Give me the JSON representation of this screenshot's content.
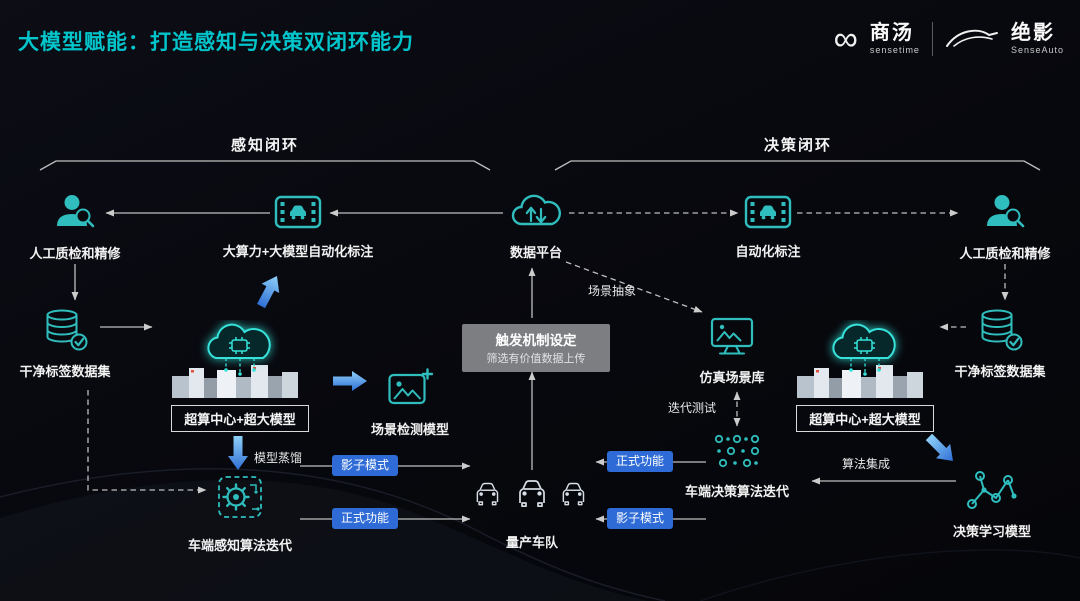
{
  "header": {
    "title": "大模型赋能：打造感知与决策双闭环能力",
    "sensetime": {
      "icon": "∞",
      "name": "商汤",
      "sub": "sensetime"
    },
    "senseauto": {
      "name": "绝影",
      "sub": "SenseAuto"
    }
  },
  "loops": {
    "perception": "感知闭环",
    "decision": "决策闭环"
  },
  "nodes": {
    "manual_qc_left": "人工质检和精修",
    "big_compute_annotation": "大算力+大模型自动化标注",
    "data_platform": "数据平台",
    "auto_annotation": "自动化标注",
    "manual_qc_right": "人工质检和精修",
    "clean_dataset_left": "干净标签数据集",
    "supercomputer_left": "超算中心+超大模型",
    "scene_detection": "场景检测模型",
    "simulation_library": "仿真场景库",
    "supercomputer_right": "超算中心+超大模型",
    "clean_dataset_right": "干净标签数据集",
    "perception_iteration": "车端感知算法迭代",
    "fleet": "量产车队",
    "decision_iteration": "车端决策算法迭代",
    "decision_model": "决策学习模型"
  },
  "trigger_box": {
    "title": "触发机制设定",
    "subtitle": "筛选有价值数据上传"
  },
  "edge_labels": {
    "model_distillation": "模型蒸馏",
    "shadow_left": "影子模式",
    "formal_left": "正式功能",
    "formal_right": "正式功能",
    "shadow_right": "影子模式",
    "scene_abstraction": "场景抽象",
    "iteration_test": "迭代测试",
    "algo_integration": "算法集成"
  },
  "colors": {
    "title_cyan": "#00c6cc",
    "icon_teal": "#2fbdbd",
    "glow_teal": "#36e2da",
    "tag_blue": "#2e6bd6",
    "arrow_gray": "#bfbfbf",
    "background": "#07080d"
  }
}
